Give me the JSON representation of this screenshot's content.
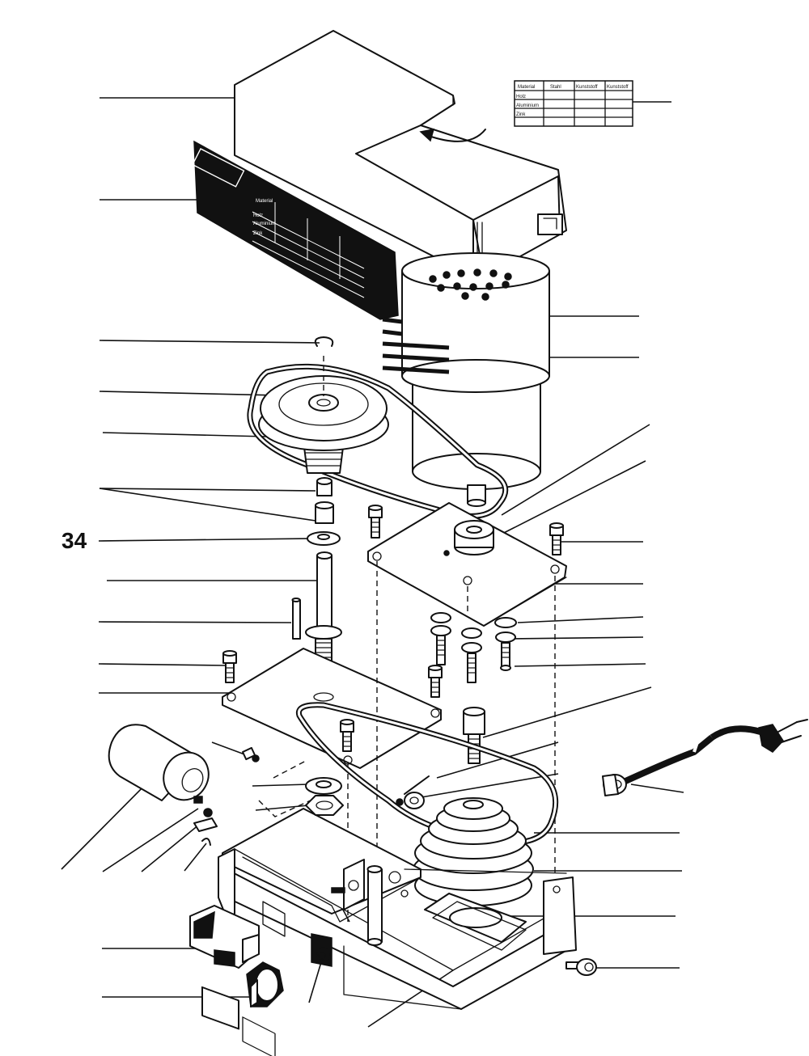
{
  "callouts": [
    {
      "id": "34",
      "label": "34"
    }
  ],
  "material_table": {
    "headers": [
      "Material",
      "Stahl",
      "Kunststoff",
      "Kunststoff"
    ],
    "rows": [
      "Holz",
      "Aluminium",
      "Zink"
    ]
  },
  "icons": [
    "power-plug-icon",
    "rocker-switch-icon",
    "rotate-arrow-icon"
  ],
  "colors": {
    "line": "#111111",
    "background": "#ffffff"
  }
}
